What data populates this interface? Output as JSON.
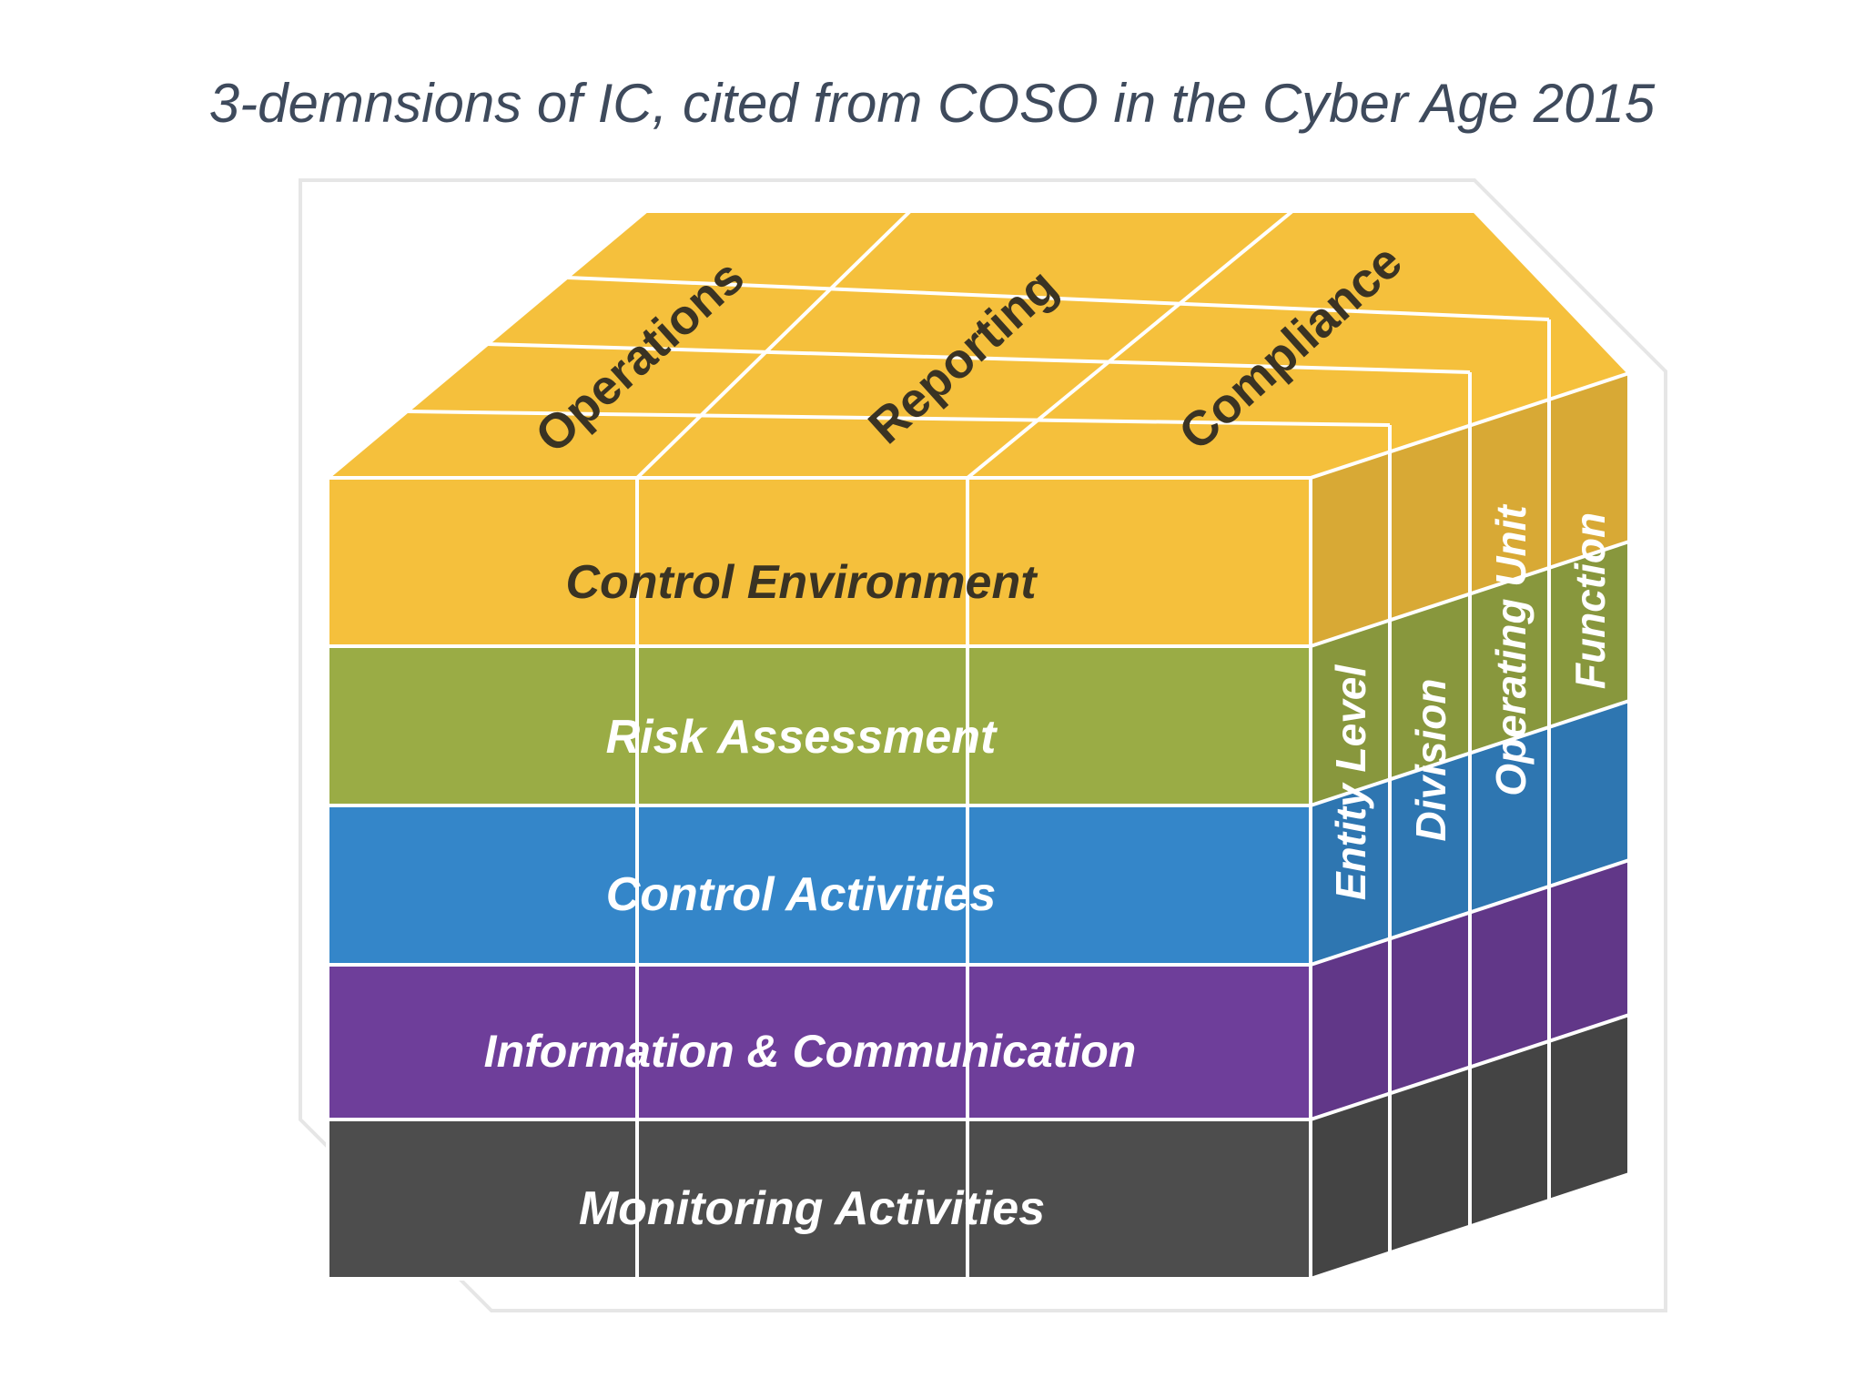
{
  "title": "3-demnsions of IC, cited from COSO in the Cyber Age 2015",
  "colors": {
    "yellow": "#f5c03c",
    "green": "#9aac45",
    "blue": "#3486c9",
    "purple": "#6e3e9a",
    "gray": "#4d4d4d",
    "grid_line": "#ffffff",
    "frame": "#e6e6e6"
  },
  "components": [
    {
      "label": "Control Environment",
      "color": "#f5c03c",
      "text_color": "#3a3323"
    },
    {
      "label": "Risk Assessment",
      "color": "#9aac45",
      "text_color": "#ffffff"
    },
    {
      "label": "Control Activities",
      "color": "#3486c9",
      "text_color": "#ffffff"
    },
    {
      "label": "Information & Communication",
      "color": "#6e3e9a",
      "text_color": "#ffffff"
    },
    {
      "label": "Monitoring Activities",
      "color": "#4d4d4d",
      "text_color": "#ffffff"
    }
  ],
  "objectives": [
    {
      "label": "Operations"
    },
    {
      "label": "Reporting"
    },
    {
      "label": "Compliance"
    }
  ],
  "structure": [
    {
      "label": "Entity Level"
    },
    {
      "label": "Division"
    },
    {
      "label": "Operating Unit"
    },
    {
      "label": "Function"
    }
  ]
}
